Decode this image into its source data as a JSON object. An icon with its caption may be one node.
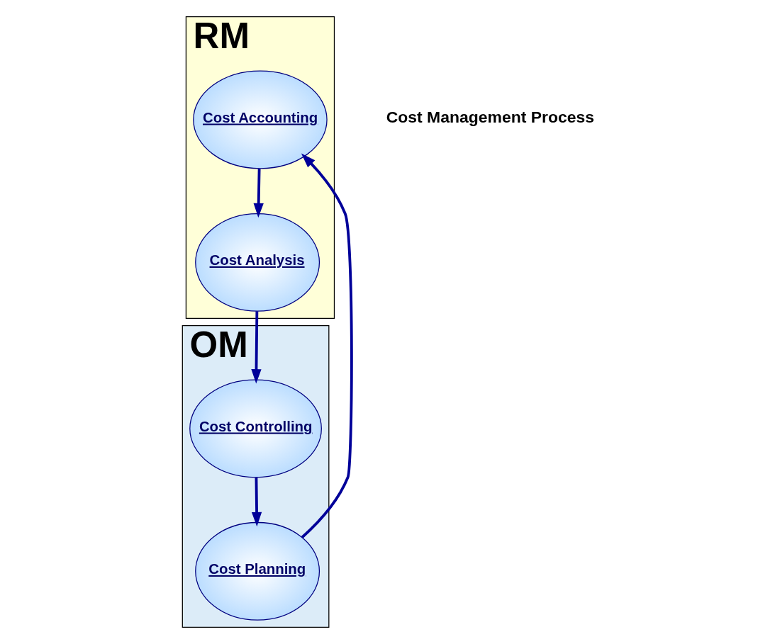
{
  "diagram": {
    "nodes": [
      {
        "text": [
          "RM"
        ]
      },
      {
        "text": [
          "OM"
        ]
      },
      {
        "text": [
          "Cost Accounting"
        ],
        "in": 0
      },
      {
        "text": [
          "Cost Analysis"
        ],
        "in": 0
      },
      {
        "text": [
          "Cost Controlling"
        ],
        "in": 1
      },
      {
        "text": [
          "Cost Planning"
        ],
        "in": 1
      }
    ],
    "edges": [
      {
        "from": 5,
        "to": 2,
        "arrow": "to"
      },
      {
        "from": 2,
        "to": 3,
        "arrow": "to"
      },
      {
        "from": 3,
        "to": 4,
        "arrow": "to"
      },
      {
        "from": 4,
        "to": 5,
        "arrow": "to"
      }
    ],
    "labels": [
      "Cost Management Process"
    ]
  }
}
